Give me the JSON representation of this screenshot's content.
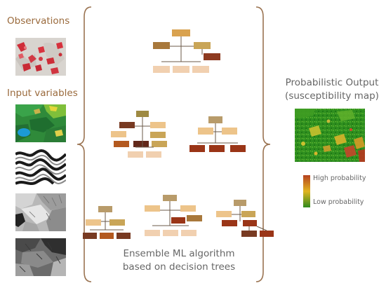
{
  "labels": {
    "observations": "Observations",
    "input_variables": "Input variables",
    "output_title_line1": "Probabilistic Output",
    "output_title_line2": "(susceptibility map)",
    "ensemble_line1": "Ensemble ML algorithm",
    "ensemble_line2": "based on decision trees"
  },
  "legend": {
    "high": "High probability",
    "low": "Low probability",
    "gradient": [
      "#b5411f",
      "#e1b521",
      "#2f8a1d"
    ]
  },
  "colors": {
    "text_brown": "#9a6a3c",
    "text_gray": "#666666",
    "brace": "#9a7351",
    "tree_lines": "#6b5a4a",
    "node_palette": [
      "#a8783b",
      "#c9a557",
      "#d9a24f",
      "#edc48a",
      "#f1d0b0",
      "#8e3a20",
      "#9a3517",
      "#b3591f",
      "#783a22",
      "#62281a",
      "#9e8a42",
      "#b89b6a"
    ]
  },
  "icons": [
    "observations-map-thumbnail",
    "landcover-map-thumbnail",
    "contour-map-thumbnail",
    "hillshade-map-thumbnail",
    "dem-map-thumbnail",
    "susceptibility-map",
    "left-curly-brace",
    "right-curly-brace"
  ]
}
